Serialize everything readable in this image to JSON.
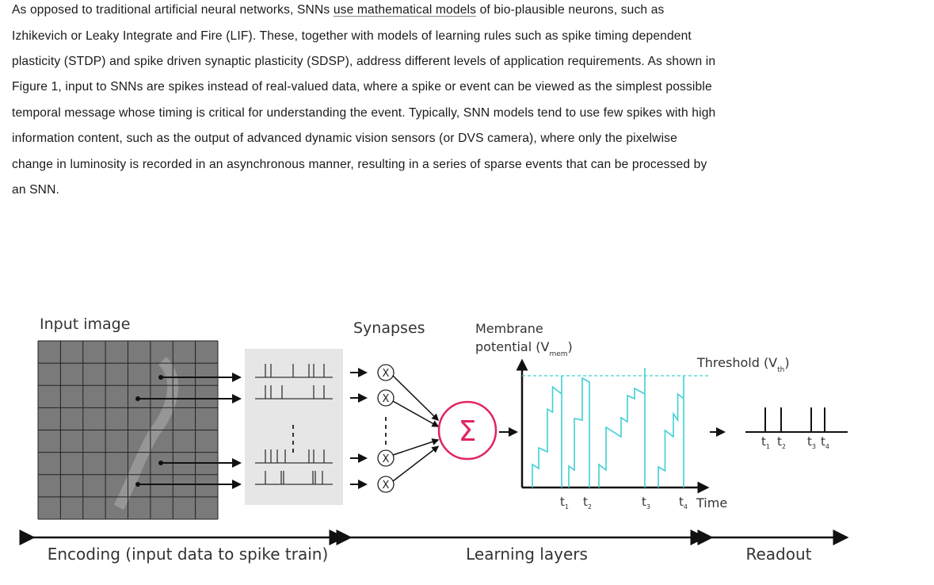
{
  "paragraph": {
    "line1_before": "As opposed to traditional artificial neural networks, SNNs ",
    "line1_link": "use mathematical models",
    "line1_after": " of bio-plausible neurons, such as",
    "lines": [
      "Izhikevich or Leaky Integrate and Fire (LIF). These, together with models of learning rules such as spike timing dependent",
      "plasticity (STDP) and spike driven synaptic plasticity (SDSP), address different levels of application requirements. As shown in",
      "Figure 1, input to SNNs are spikes instead of real-valued data, where a spike or event can be viewed as the simplest possible",
      "temporal message whose timing is critical for understanding the event. Typically, SNN models tend to use few spikes with high",
      "information content, such as the output of advanced dynamic vision sensors (or DVS camera), where only the pixelwise",
      "change in luminosity is recorded in an asynchronous manner, resulting in a series of sparse events that can be processed by",
      "an SNN."
    ]
  },
  "figure": {
    "input_image": "Input image",
    "synapses": "Synapses",
    "membrane": "Membrane",
    "potential": "potential (V",
    "mem_sub": "mem",
    "close_paren": ")",
    "threshold": "Threshold (V",
    "th_sub": "th",
    "sigma": "Σ",
    "multiply": "X",
    "t": "t",
    "subs": [
      "1",
      "2",
      "3",
      "4"
    ],
    "time": "Time",
    "encoding": "Encoding (input data to spike train)",
    "learning": "Learning layers",
    "readout": "Readout",
    "colors": {
      "sigma": "#e0245e",
      "trace": "#3fd0d4",
      "grid_fill": "#7a7a7a",
      "box": "#e6e6e6"
    }
  }
}
